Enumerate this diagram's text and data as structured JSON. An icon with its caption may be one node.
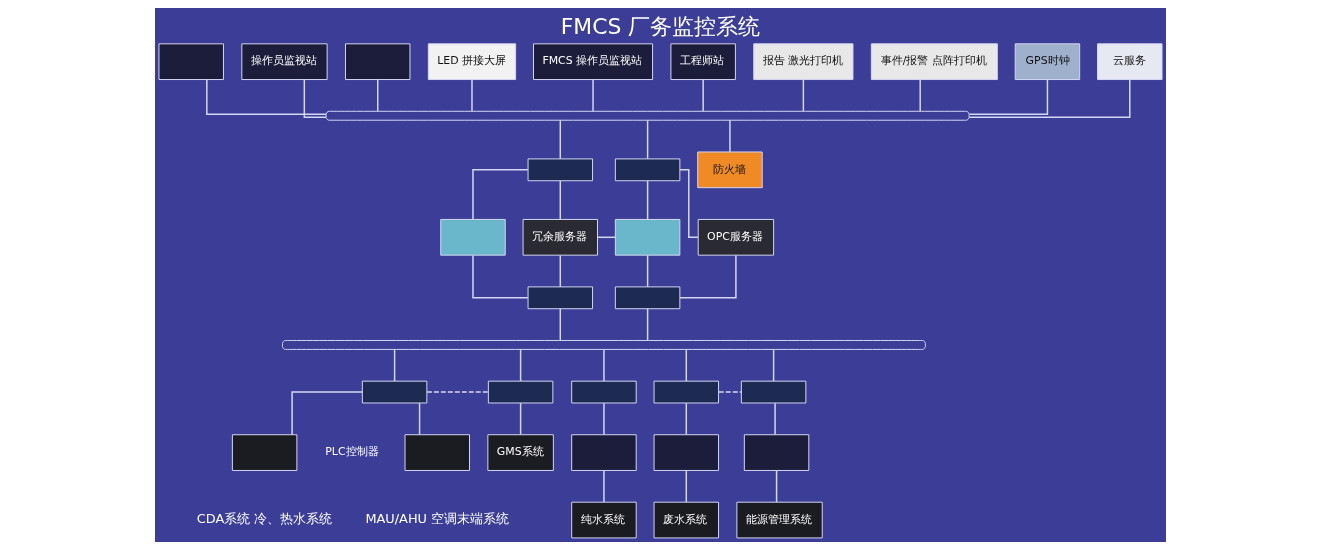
{
  "diagram": {
    "title": "FMCS 厂务监控系统",
    "nodes": [
      {
        "text": [],
        "shape": "box"
      },
      {
        "text": [
          "操作员监视站"
        ]
      },
      {
        "text": [],
        "shape": "box"
      },
      {
        "text": [
          "LED 拼接大屏"
        ]
      },
      {
        "text": [
          "FMCS 操作员监视站"
        ]
      },
      {
        "text": [
          "工程师站"
        ]
      },
      {
        "text": [
          "报告 激光打印机"
        ]
      },
      {
        "text": [
          "事件/报警 点阵打印机"
        ]
      },
      {
        "text": [
          "GPS时钟"
        ]
      },
      {
        "text": [
          "云服务"
        ]
      },
      {
        "text": [],
        "shape": "bar"
      },
      {
        "text": [],
        "shape": "box"
      },
      {
        "text": [],
        "shape": "box"
      },
      {
        "text": [
          "防火墙"
        ]
      },
      {
        "text": [
          "冗余服务器"
        ]
      },
      {
        "text": [],
        "shape": "box"
      },
      {
        "text": [],
        "shape": "box"
      },
      {
        "text": [
          "OPC服务器"
        ]
      },
      {
        "text": [],
        "shape": "box"
      },
      {
        "text": [],
        "shape": "box"
      },
      {
        "text": [],
        "shape": "bar"
      },
      {
        "text": [],
        "shape": "box"
      },
      {
        "text": [],
        "shape": "box"
      },
      {
        "text": [],
        "shape": "box"
      },
      {
        "text": [],
        "shape": "box"
      },
      {
        "text": [],
        "shape": "box"
      },
      {
        "text": [],
        "shape": "box",
        "beside": [
          "CDA系统 冷、热水系统"
        ]
      },
      {
        "text": [],
        "shape": "box",
        "beside": [
          "MAU/AHU 空调末端系统"
        ]
      },
      {
        "text": [
          "GMS系统"
        ]
      },
      {
        "text": [],
        "shape": "box"
      },
      {
        "text": [],
        "shape": "box"
      },
      {
        "text": [],
        "shape": "box"
      },
      {
        "text": [
          "纯水系统"
        ]
      },
      {
        "text": [
          "废水系统"
        ]
      },
      {
        "text": [
          "能源管理系统"
        ]
      }
    ],
    "edges": [
      {
        "from": 0,
        "to": 10,
        "arrow": "none"
      },
      {
        "from": 1,
        "to": 10,
        "arrow": "none"
      },
      {
        "from": 2,
        "to": 10,
        "arrow": "none"
      },
      {
        "from": 3,
        "to": 10,
        "arrow": "none"
      },
      {
        "from": 4,
        "to": 10,
        "arrow": "none"
      },
      {
        "from": 5,
        "to": 10,
        "arrow": "none"
      },
      {
        "from": 6,
        "to": 10,
        "arrow": "none"
      },
      {
        "from": 7,
        "to": 10,
        "arrow": "none"
      },
      {
        "from": 8,
        "to": 10,
        "arrow": "none"
      },
      {
        "from": 9,
        "to": 10,
        "arrow": "none"
      },
      {
        "from": 10,
        "to": 11,
        "arrow": "none"
      },
      {
        "from": 10,
        "to": 12,
        "arrow": "none"
      },
      {
        "from": 10,
        "to": 13,
        "arrow": "none"
      },
      {
        "from": 11,
        "to": 14,
        "arrow": "none"
      },
      {
        "from": 11,
        "to": 16,
        "arrow": "none"
      },
      {
        "from": 12,
        "to": 15,
        "arrow": "none"
      },
      {
        "from": 12,
        "to": 17,
        "arrow": "none"
      },
      {
        "from": 14,
        "to": 18,
        "arrow": "none"
      },
      {
        "from": 14,
        "to": 15,
        "arrow": "none"
      },
      {
        "from": 15,
        "to": 19,
        "arrow": "none"
      },
      {
        "from": 16,
        "to": 18,
        "arrow": "none"
      },
      {
        "from": 17,
        "to": 19,
        "arrow": "none"
      },
      {
        "from": 18,
        "to": 20,
        "arrow": "none"
      },
      {
        "from": 19,
        "to": 20,
        "arrow": "none"
      },
      {
        "from": 20,
        "to": 21,
        "arrow": "none"
      },
      {
        "from": 20,
        "to": 22,
        "arrow": "none"
      },
      {
        "from": 20,
        "to": 23,
        "arrow": "none"
      },
      {
        "from": 20,
        "to": 24,
        "arrow": "none"
      },
      {
        "from": 20,
        "to": 25,
        "arrow": "none"
      },
      {
        "from": 21,
        "to": 26,
        "arrow": "none"
      },
      {
        "from": 21,
        "to": 27,
        "arrow": "none"
      },
      {
        "from": 22,
        "to": 28,
        "arrow": "none"
      },
      {
        "from": 23,
        "to": 29,
        "arrow": "none"
      },
      {
        "from": 24,
        "to": 30,
        "arrow": "none"
      },
      {
        "from": 25,
        "to": 31,
        "arrow": "none"
      },
      {
        "from": 29,
        "to": 32,
        "arrow": "none"
      },
      {
        "from": 30,
        "to": 33,
        "arrow": "none"
      },
      {
        "from": 31,
        "to": 34,
        "arrow": "none"
      },
      {
        "from": 21,
        "to": 22,
        "arrow": "none",
        "style": "dashed"
      },
      {
        "from": 24,
        "to": 25,
        "arrow": "none",
        "style": "dashed"
      }
    ],
    "labels": [
      "PLC控制器"
    ]
  }
}
